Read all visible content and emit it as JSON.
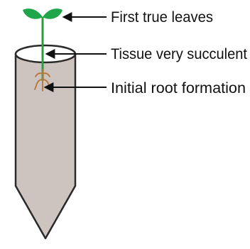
{
  "labels": {
    "first_true_leaves": "First true leaves",
    "tissue_succulent": "Tissue very succulent",
    "initial_root_formation": "Initial root formation"
  },
  "colors": {
    "tube_fill": "#cdc4bf",
    "tube_stroke": "#2a2a2a",
    "leaf": "#1fa64a",
    "stem": "#2e9a42",
    "root": "#b8743a",
    "arrow": "#111111"
  }
}
